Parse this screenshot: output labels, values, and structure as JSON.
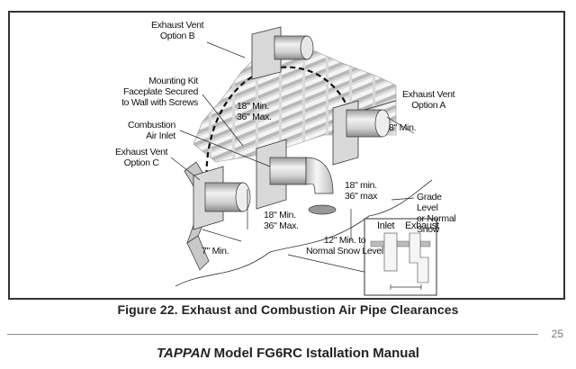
{
  "figure": {
    "labels": {
      "exhaust_vent_b": [
        "Exhaust Vent",
        "Option B"
      ],
      "mounting_kit": [
        "Mounting Kit",
        "Faceplate Secured",
        "to Wall with Screws"
      ],
      "combustion_air_inlet": [
        "Combustion",
        "Air Inlet"
      ],
      "exhaust_vent_c": [
        "Exhaust Vent",
        "Option C"
      ],
      "exhaust_vent_a": [
        "Exhaust Vent",
        "Option A"
      ],
      "dim_18_36_upper": [
        "18\" Min.",
        "36\" Max."
      ],
      "dim_8_min": "8\" Min.",
      "dim_18_36_right": [
        "18\" min.",
        "36\" max"
      ],
      "dim_18_36_lower": [
        "18\" Min.",
        "36\" Max."
      ],
      "dim_7_min": "7\" Min.",
      "dim_12_min": [
        "12\" Min. to",
        "Normal Snow Level"
      ],
      "grade_level": [
        "Grade",
        "Level",
        "or Normal",
        "Snow"
      ],
      "inset_inlet": "Inlet",
      "inset_exhaust": "Exhaust"
    }
  },
  "caption": "Figure 22.  Exhaust and Combustion Air Pipe Clearances",
  "page_number": "25",
  "footer": {
    "brand": "TAPPAN",
    "title": " Model FG6RC Istallation Manual"
  }
}
